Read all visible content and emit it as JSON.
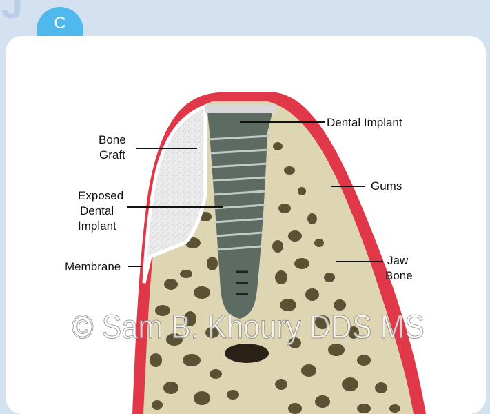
{
  "panel": {
    "letter": "C"
  },
  "labels": {
    "dental_implant": "Dental Implant",
    "bone_graft": [
      "Bone",
      "Graft"
    ],
    "gums": "Gums",
    "exposed_implant": [
      "Exposed",
      "Dental",
      "Implant"
    ],
    "membrane": "Membrane",
    "jaw_bone": [
      "Jaw",
      "Bone"
    ]
  },
  "watermark": "© Sam B. Khoury DDS MS",
  "colors": {
    "background": "#d3e1f1",
    "tab": "#4fb8ec",
    "gum": "#e03848",
    "bone": "#ded6b2",
    "graft": "#ececec",
    "implant": "#5d6b63",
    "implant_collar": "#c9c9c9"
  }
}
